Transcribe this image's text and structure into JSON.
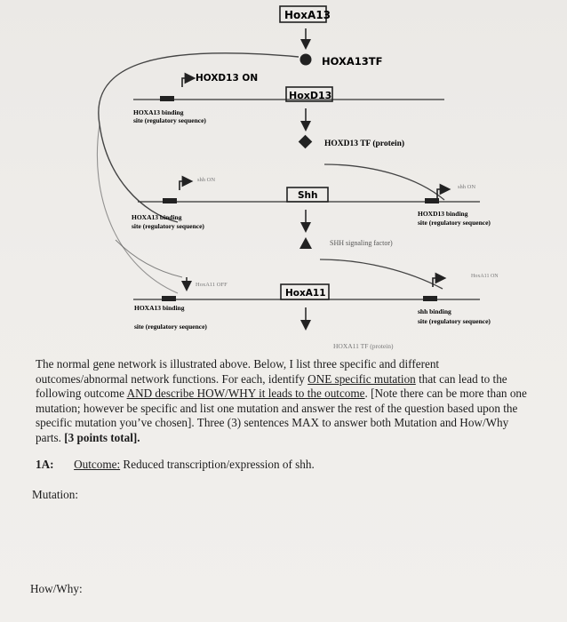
{
  "diagram": {
    "hoxa13_box": "HoxA13",
    "hoxa13_tf": "HOXA13TF",
    "hoxd13_on": "HOXD13 ON",
    "hoxd13_box": "HoxD13",
    "hoxa13_site_1_line1": "HOXA13 binding",
    "hoxa13_site_1_line2": "site (regulatory sequence)",
    "hoxd13_tf": "HOXD13 TF (protein)",
    "shh_on": "shh ON",
    "shh_on_right": "shh ON",
    "shh_box": "Shh",
    "hoxa13_site_2_line1": "HOXA13 binding",
    "hoxa13_site_2_line2": "site (regulatory sequence)",
    "hoxd13_site_line1": "HOXD13 binding",
    "hoxd13_site_line2": "site (regulatory sequence)",
    "shh_factor": "SHH signaling factor)",
    "hoxa11_off": "HoxA11 OFF",
    "hoxa11_on": "HoxA11 ON",
    "hoxa11_box": "HoxA11",
    "hoxa13_site_3_line1": "HOXA13 binding",
    "hoxa13_site_3_line2": "site (regulatory sequence)",
    "shh_site_line1": "shh binding",
    "shh_site_line2": "site (regulatory sequence)",
    "hoxa11_tf": "HOXA11 TF (protein)"
  },
  "question": {
    "intro_1": "The normal gene network is illustrated above. Below, I list three specific and different",
    "intro_2a": "outcomes/abnormal network functions. For each, identify ",
    "intro_2u": "ONE specific mutation",
    "intro_2b": " that can lead to the",
    "intro_3a": "following outcome ",
    "intro_3u": "AND describe HOW/WHY it leads to the outcome",
    "intro_3b": ". [Note there can be more than one",
    "intro_4": "mutation; however be specific and list one mutation and answer the rest of the question based upon the",
    "intro_5": "specific mutation you’ve chosen]. Three (3) sentences MAX to answer both Mutation and How/Why",
    "intro_6a": "parts. ",
    "intro_6b": "[3 points total].",
    "item_id": "1A:",
    "outcome_label": "Outcome:",
    "outcome_text": " Reduced transcription/expression of shh.",
    "mutation_label": "Mutation:",
    "howwhy_label": "How/Why:"
  }
}
